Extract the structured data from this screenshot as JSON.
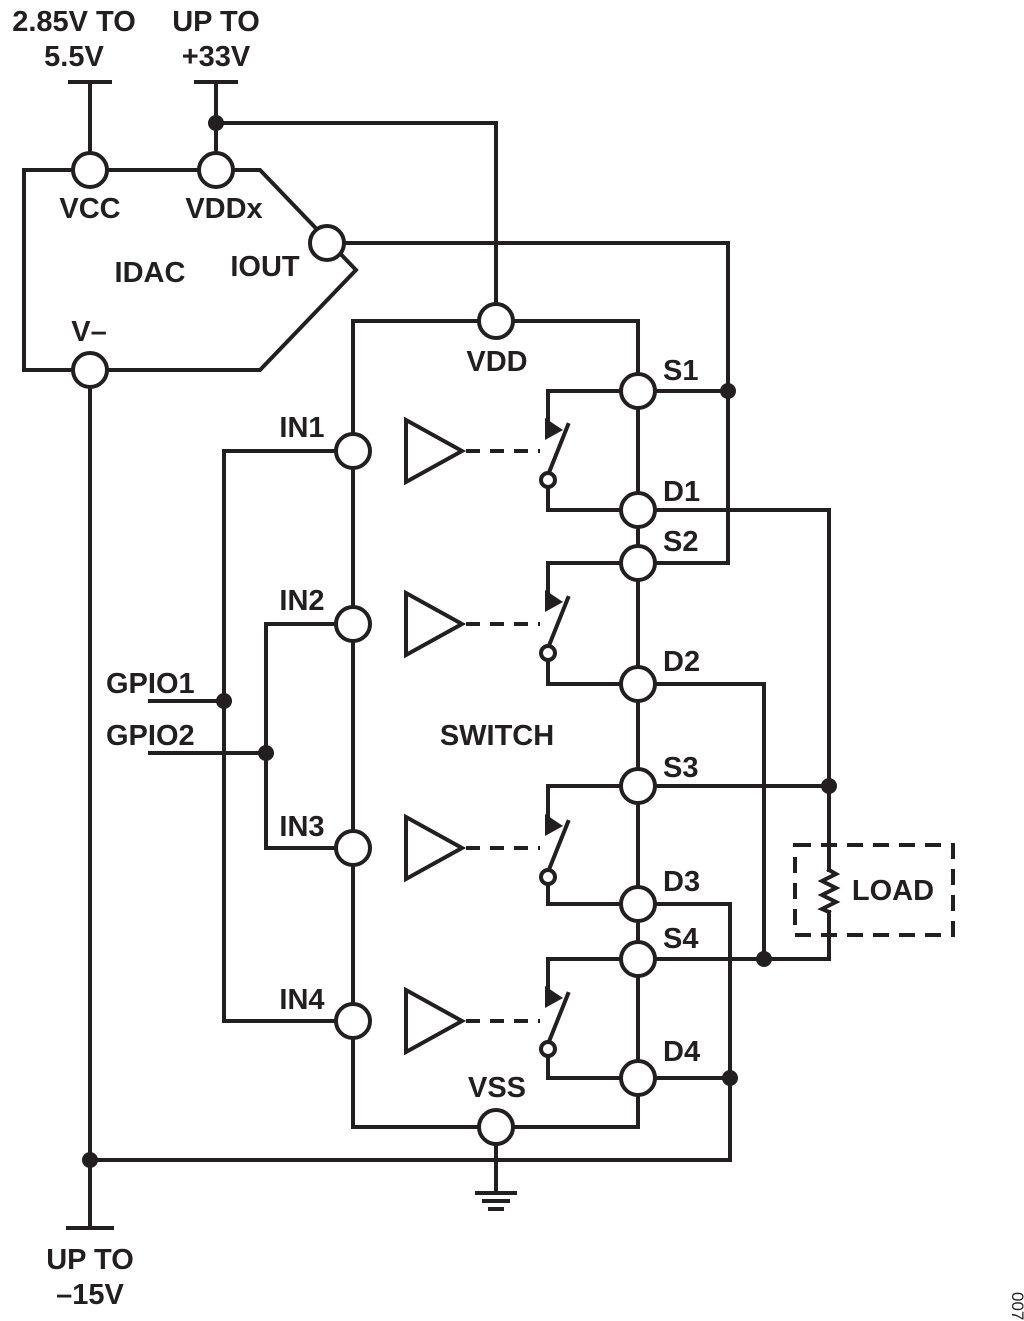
{
  "supplies": {
    "vcc_line1": "2.85V TO",
    "vcc_line2": "5.5V",
    "vddx_line1": "UP TO",
    "vddx_line2": "+33V",
    "neg_line1": "UP TO",
    "neg_line2": "–15V"
  },
  "idac": {
    "name": "IDAC",
    "pins": {
      "vcc": "VCC",
      "vddx": "VDDx",
      "iout": "IOUT",
      "vminus": "V–"
    }
  },
  "switch": {
    "name": "SWITCH",
    "vdd": "VDD",
    "vss": "VSS",
    "inputs": [
      "IN1",
      "IN2",
      "IN3",
      "IN4"
    ],
    "sources": [
      "S1",
      "S2",
      "S3",
      "S4"
    ],
    "drains": [
      "D1",
      "D2",
      "D3",
      "D4"
    ]
  },
  "gpio": [
    "GPIO1",
    "GPIO2"
  ],
  "load": "LOAD",
  "figure_id": "007",
  "colors": {
    "ink": "#231f20",
    "background": "#ffffff"
  }
}
